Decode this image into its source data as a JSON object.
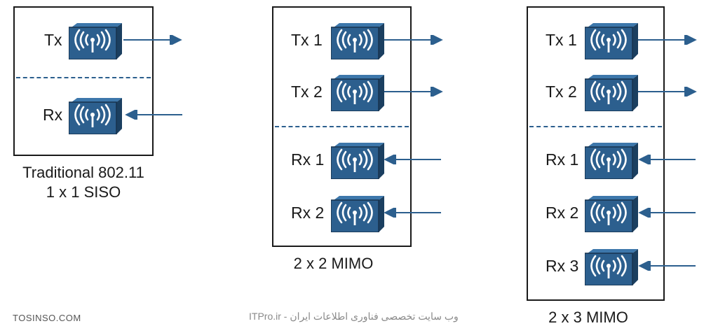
{
  "siso": {
    "tx": "Tx",
    "rx": "Rx",
    "caption_line1": "Traditional 802.11",
    "caption_line2": "1 x 1 SISO"
  },
  "mimo22": {
    "tx1": "Tx 1",
    "tx2": "Tx 2",
    "rx1": "Rx 1",
    "rx2": "Rx 2",
    "caption": "2 x 2 MIMO"
  },
  "mimo23": {
    "tx1": "Tx 1",
    "tx2": "Tx 2",
    "rx1": "Rx 1",
    "rx2": "Rx 2",
    "rx3": "Rx 3",
    "caption": "2 x 3 MIMO"
  },
  "footer": {
    "left": "TOSINSO.COM",
    "middle": "ITPro.ir - وب سایت تخصصی فناوری اطلاعات ایران"
  },
  "colors": {
    "radio_face": "#2c5f8e",
    "radio_side": "#1b3f60",
    "arrow": "#2c5f8e",
    "border": "#1a1a1a"
  },
  "icons": {
    "radio": "wireless-radio-icon",
    "arrow_out": "arrow-right-icon",
    "arrow_in": "arrow-left-icon"
  }
}
